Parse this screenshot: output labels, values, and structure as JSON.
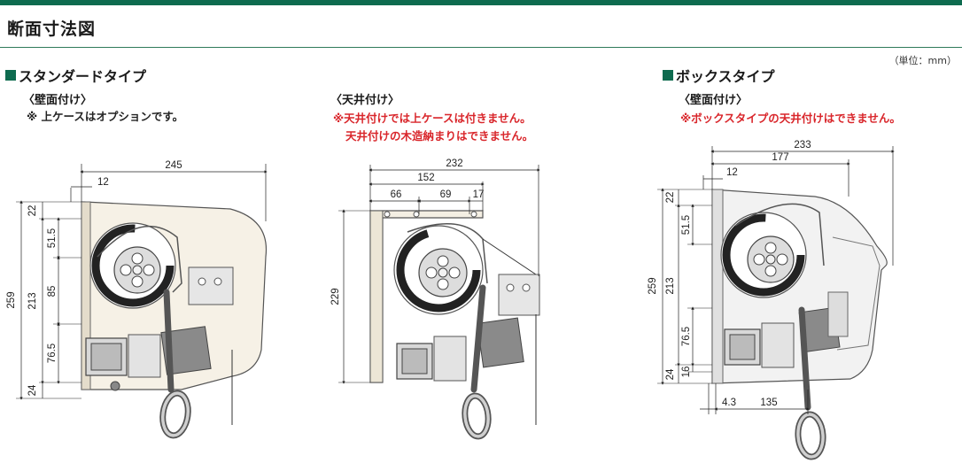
{
  "page": {
    "title": "断面寸法図",
    "unit_note": "（単位：mm）"
  },
  "colors": {
    "accent": "#0e6b4f",
    "warning": "#d9262b",
    "housing": "#f6f1e6"
  },
  "left": {
    "heading": "スタンダードタイプ",
    "subtitle": "〈壁面付け〉",
    "notes": [
      "※ 上ケースはオプションです。"
    ],
    "dims": {
      "width": "245",
      "offset": "12",
      "height": "259",
      "v1": "22",
      "v2": "51.5",
      "v3": "213",
      "v4": "85",
      "v5": "76.5",
      "v6": "24"
    }
  },
  "middle": {
    "subtitle": "〈天井付け〉",
    "notes": [
      "※天井付けでは上ケースは付きません。",
      "天井付けの木造納まりはできません。"
    ],
    "dims": {
      "width": "232",
      "w2": "152",
      "w3": "66",
      "w4": "69",
      "w5": "17",
      "height": "229"
    }
  },
  "right": {
    "heading": "ボックスタイプ",
    "subtitle": "〈壁面付け〉",
    "notes": [
      "※ボックスタイプの天井付けはできません。"
    ],
    "dims": {
      "width": "233",
      "w2": "177",
      "offset": "12",
      "height": "259",
      "v1": "22",
      "v2": "51.5",
      "v3": "213",
      "v4": "76.5",
      "v5": "16",
      "v6": "24",
      "b1": "4.3",
      "b2": "135"
    }
  }
}
